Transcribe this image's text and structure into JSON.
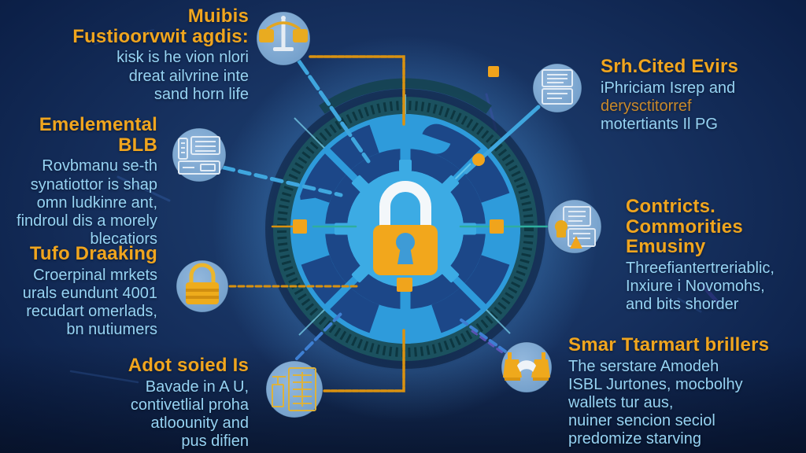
{
  "colors": {
    "background_center": "#20477a",
    "background_edge": "#071630",
    "heading_orange": "#f0a51e",
    "body_light_blue": "#96d3f3",
    "icon_circle_fill": "#80aad2",
    "wheel_light_blue": "#2e9bdb",
    "wheel_teal_ring": "#1b515f",
    "wheel_dark_wedge": "#1c4788",
    "inner_disc_blue": "#3cabe4",
    "padlock_body": "#f2a71c",
    "padlock_shackle": "#f3f7fa",
    "keyhole_blue": "#3e9bd6",
    "connector_orange": "#da9210",
    "connector_blue": "#3fa6de",
    "connector_teal": "#2fae9e",
    "node_orange": "#f0a41c"
  },
  "center": {
    "icon": "padlock-icon",
    "motif": "security wheel with padlock"
  },
  "blocks": {
    "top_left": {
      "icon": "scales-icon",
      "heading": "Muibis\nFustioorvwit agdis:",
      "body": "kisk is he vion nlori\ndreat ailvrine inte\nsand horn life"
    },
    "mid_left": {
      "icon": "document-list-icon",
      "heading": "Emelemental BLB",
      "body": "Rovbmanu se-th\nsynatiottor is shap\nomn ludkinre ant,\nfindroul dis a morely\nblecatiors"
    },
    "lower_left": {
      "icon": "gold-padlock-icon",
      "heading": "Tufo Draaking",
      "body": "Croerpinal mrkets\nurals eundunt 4001\nrecudart omerlads,\nbn nutiumers"
    },
    "bottom_left": {
      "icon": "checklist-icon",
      "heading": "Adot soied Is",
      "body": "Bavade in A U,\ncontivetlial proha\natloounity and\npus difien"
    },
    "top_right": {
      "icon": "document-lines-icon",
      "heading": "Srh.Cited Evirs",
      "body_line1": "iPhriciam Isrep and",
      "body_line2": "derysctitorref",
      "body_line3": "motertiants Il PG"
    },
    "mid_right": {
      "icon": "documents-lock-icon",
      "heading": "Contricts.\nCommorities Emusiny",
      "body": "Threefiantertreriablic,\nInxiure i Novomohs,\nand bits shorder"
    },
    "bottom_right": {
      "icon": "handshake-bridge-icon",
      "heading": "Smar Ttarmart brillers",
      "body": "The serstare Amodeh\nISBL Jurtones, mocbolhy\nwallets tur aus,\nnuiner sencion seciol\npredomize starving"
    }
  }
}
